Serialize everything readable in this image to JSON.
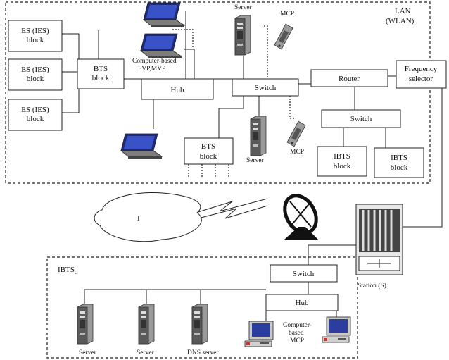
{
  "lan": {
    "title": "LAN",
    "subtitle": "(WLAN)"
  },
  "blocks": {
    "es1": [
      "ES (IES)",
      "block"
    ],
    "es2": [
      "ES (IES)",
      "block"
    ],
    "es3": [
      "ES (IES)",
      "block"
    ],
    "bts": [
      "BTS",
      "block"
    ],
    "bts2": [
      "BTS",
      "block"
    ],
    "ibts1": [
      "IBTS",
      "block"
    ],
    "ibts2": [
      "IBTS",
      "block"
    ],
    "hub": "Hub",
    "switch_top": "Switch",
    "router": "Router",
    "switch_right": "Switch",
    "freq": [
      "Frequency",
      "selector"
    ],
    "switch_bottom": "Switch",
    "hub_bottom": "Hub"
  },
  "labels": {
    "server_top": "Server",
    "mcp_top": "MCP",
    "computer_based": [
      "Computer-based",
      "FVP,MVP"
    ],
    "server_mid": "Server",
    "mcp_mid": "MCP",
    "internet": "I",
    "station": "Station (S)",
    "ibtsc": "IBTS",
    "ibtsc_sub": "C",
    "server_b1": "Server",
    "server_b2": "Server",
    "dns_server": "DNS server",
    "computer_mcp": [
      "Computer-",
      "based",
      "MCP"
    ]
  },
  "colors": {
    "screen": "#2f3fa6",
    "line": "#222222"
  }
}
